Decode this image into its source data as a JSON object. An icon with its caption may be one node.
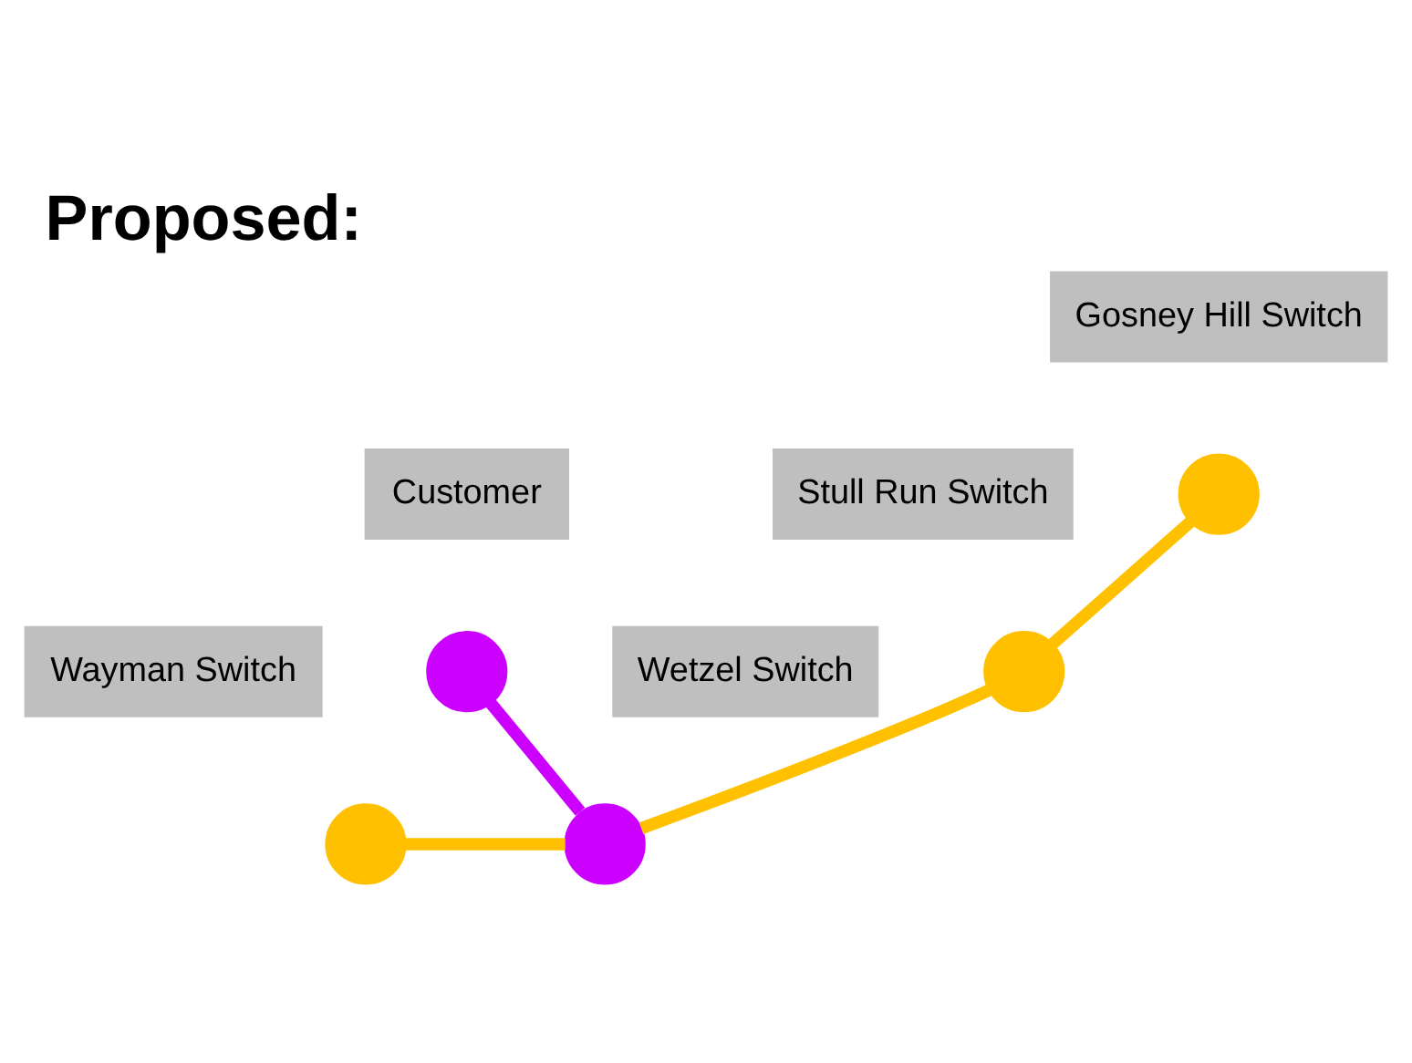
{
  "diagram": {
    "title": "Proposed:",
    "nodes": [
      {
        "text": [],
        "shape": "circle",
        "beside": [
          "Gosney Hill Switch"
        ]
      },
      {
        "text": [],
        "shape": "circle",
        "beside": [
          "Stull Run Switch"
        ]
      },
      {
        "text": [],
        "shape": "circle",
        "beside": [
          "Customer"
        ]
      },
      {
        "text": [],
        "shape": "circle",
        "beside": [
          "Wayman Switch"
        ]
      },
      {
        "text": [],
        "shape": "circle",
        "beside": [
          "Wetzel Switch"
        ]
      }
    ],
    "edges": [
      {
        "from": 0,
        "to": 1,
        "arrow": "none"
      },
      {
        "from": 1,
        "to": 4,
        "arrow": "none"
      },
      {
        "from": 2,
        "to": 4,
        "arrow": "none",
        "color": "#cc00ff"
      },
      {
        "from": 3,
        "to": 4,
        "arrow": "none"
      }
    ]
  }
}
